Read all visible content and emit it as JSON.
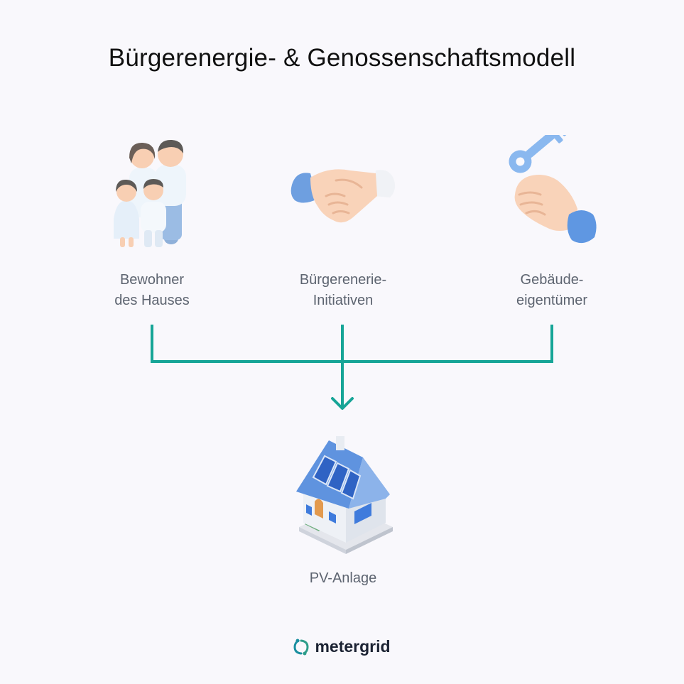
{
  "title": "Bürgerenergie- & Genossenschaftsmodell",
  "nodes": {
    "residents": {
      "icon": "family-icon",
      "line1": "Bewohner",
      "line2": "des Hauses"
    },
    "initiatives": {
      "icon": "handshake-icon",
      "line1": "Bürgerenerie-",
      "line2": "Initiativen"
    },
    "owners": {
      "icon": "key-hand-icon",
      "line1": "Gebäude-",
      "line2": "eigentümer"
    },
    "pv": {
      "icon": "solar-house-icon",
      "line1": "PV-Anlage"
    }
  },
  "colors": {
    "connector": "#17a597",
    "title": "#111111",
    "label": "#5d6470",
    "background": "#f9f8fc",
    "brand_text": "#1c2333"
  },
  "brand": {
    "name": "metergrid",
    "icon": "metergrid-logo-icon"
  }
}
